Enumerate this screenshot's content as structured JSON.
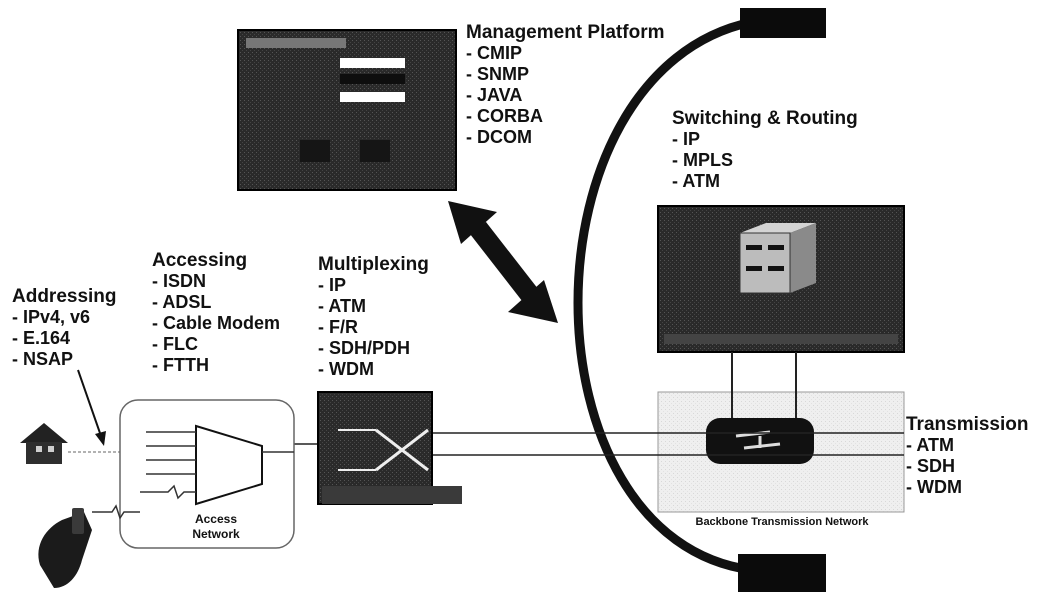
{
  "management": {
    "title": "Management Platform",
    "items": [
      "- CMIP",
      "- SNMP",
      "- JAVA",
      "- CORBA",
      "- DCOM"
    ]
  },
  "switching": {
    "title": "Switching & Routing",
    "items": [
      "- IP",
      "- MPLS",
      "- ATM"
    ]
  },
  "addressing": {
    "title": "Addressing",
    "items": [
      "- IPv4, v6",
      "- E.164",
      "- NSAP"
    ]
  },
  "accessing": {
    "title": "Accessing",
    "items": [
      "- ISDN",
      "- ADSL",
      "- Cable Modem",
      "- FLC",
      "- FTTH"
    ]
  },
  "multiplexing": {
    "title": "Multiplexing",
    "items": [
      "- IP",
      "- ATM",
      "- F/R",
      "- SDH/PDH",
      "- WDM"
    ]
  },
  "transmission": {
    "title": "Transmission",
    "items": [
      "- ATM",
      "- SDH",
      "- WDM"
    ]
  },
  "access_network_label": "Access Network",
  "backbone_label": "Backbone Transmission Network",
  "colors": {
    "ink": "#111111",
    "panel_dark": "#1c1c1c",
    "panel_light": "#eeeeee"
  }
}
